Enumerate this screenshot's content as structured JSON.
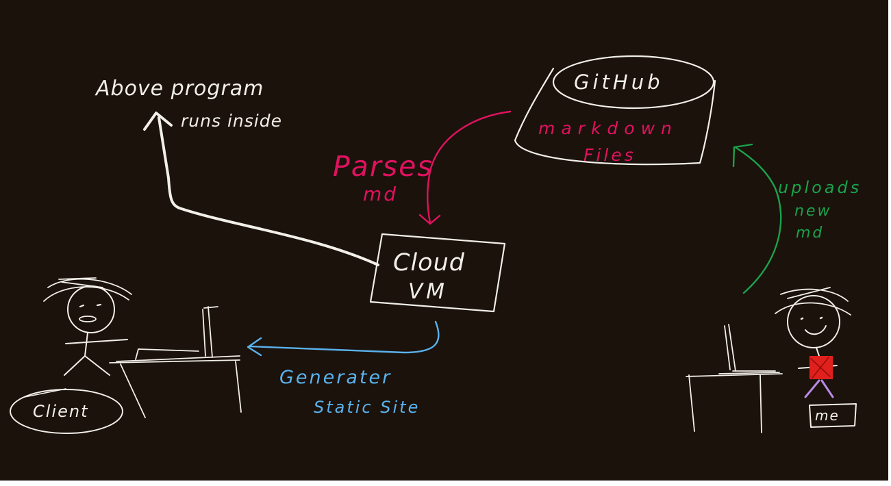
{
  "colors": {
    "background": "#1b120c",
    "white_ink": "#f2efe8",
    "magenta_ink": "#e0125f",
    "blue_ink": "#5ab2ec",
    "green_ink": "#1aa34c",
    "red_fill": "#e0201c",
    "purple_ink": "#b98ae6"
  },
  "labels": {
    "above_program": "Above program",
    "runs_inside": "runs inside",
    "github": "GitHub",
    "markdown": "markdown",
    "files": "Files",
    "parses": "Parses",
    "md": "md",
    "cloud": "Cloud",
    "vm": "VM",
    "uploads": "uploads",
    "new": "new",
    "new_md": "md",
    "generates": "Generater",
    "static_site": "Static Site",
    "client": "Client",
    "me": "me"
  }
}
